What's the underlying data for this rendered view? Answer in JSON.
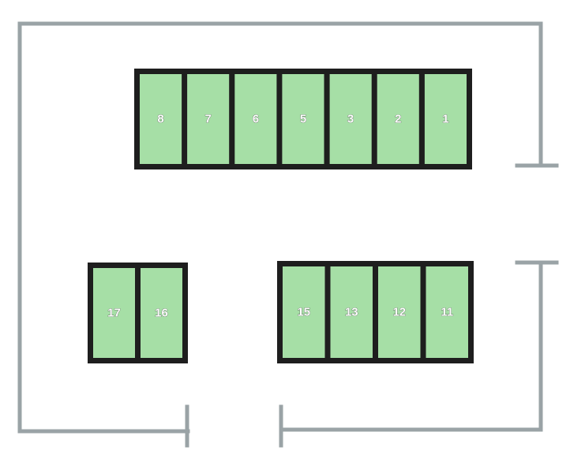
{
  "colors": {
    "wall": "#9aa3a6",
    "block_border": "#1e1e1e",
    "bay_fill": "#a6dfa6",
    "label_text": "#ffffff"
  },
  "rows": {
    "top": {
      "bays": [
        {
          "label": "8"
        },
        {
          "label": "7"
        },
        {
          "label": "6"
        },
        {
          "label": "5"
        },
        {
          "label": "3"
        },
        {
          "label": "2"
        },
        {
          "label": "1"
        }
      ]
    },
    "bottom_left": {
      "bays": [
        {
          "label": "17"
        },
        {
          "label": "16"
        }
      ]
    },
    "bottom_right": {
      "bays": [
        {
          "label": "15"
        },
        {
          "label": "13"
        },
        {
          "label": "12"
        },
        {
          "label": "11"
        }
      ]
    }
  }
}
